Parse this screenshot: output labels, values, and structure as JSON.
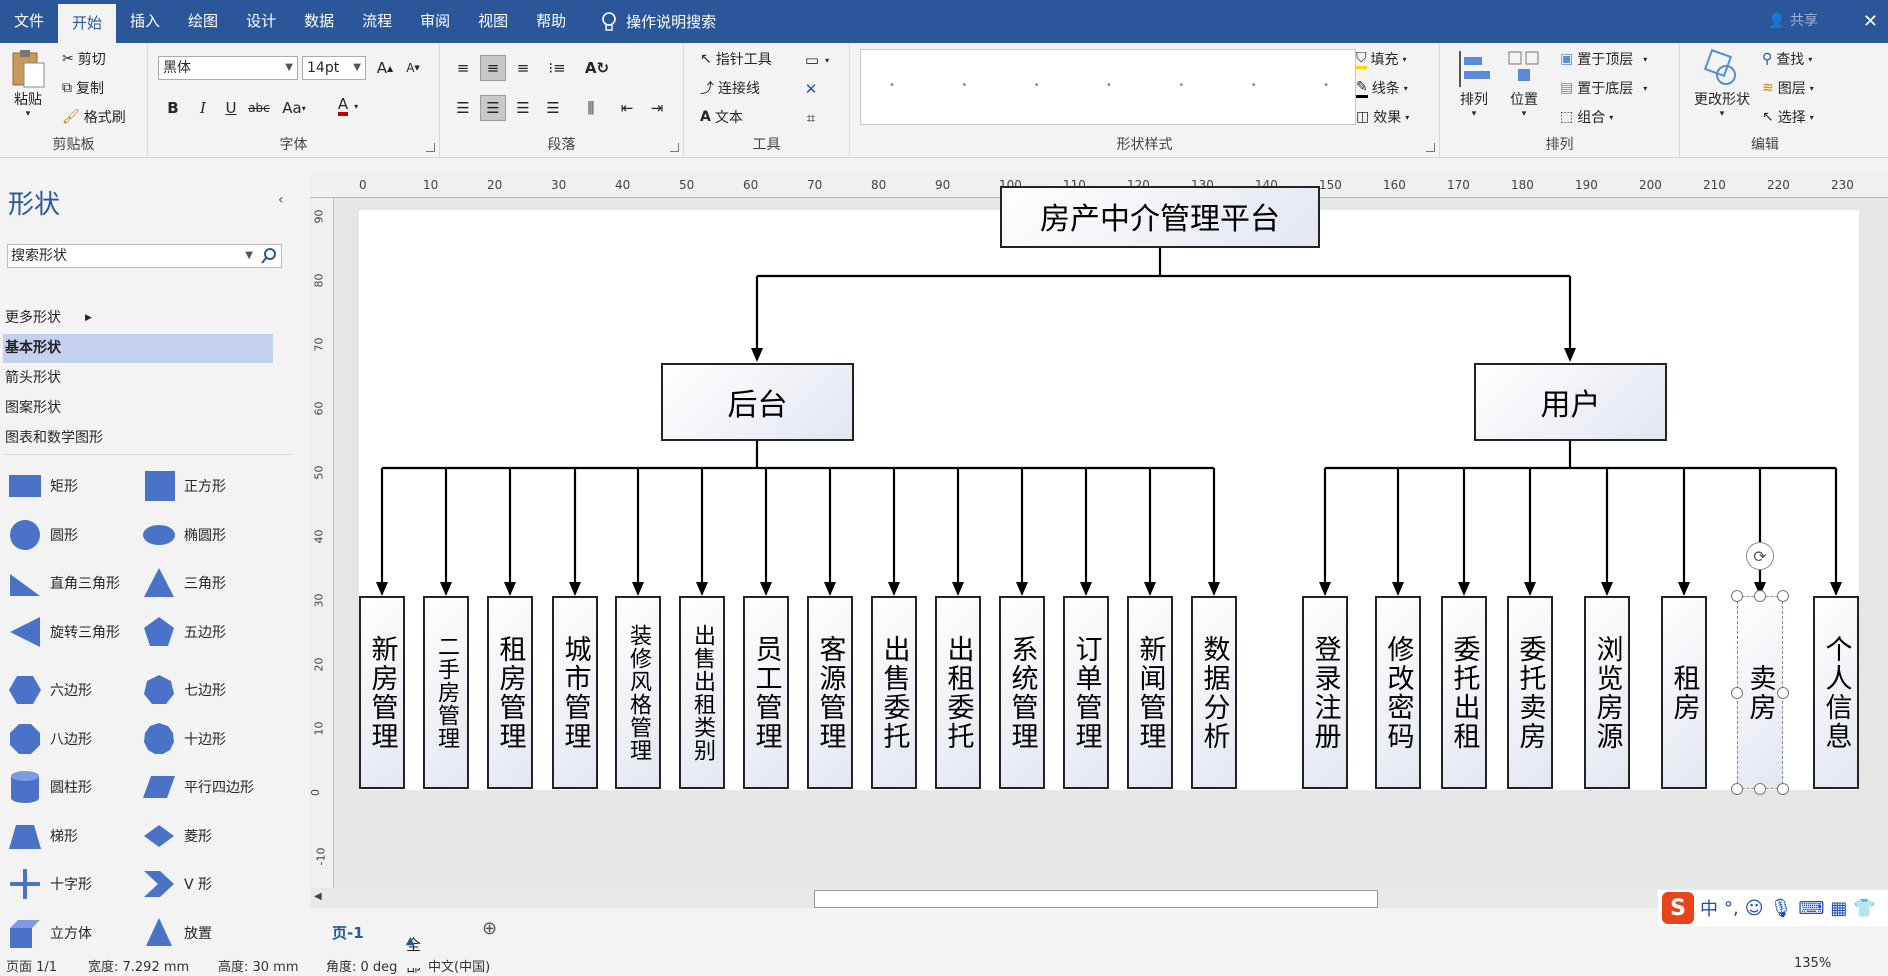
{
  "menu": {
    "tabs": [
      "文件",
      "开始",
      "插入",
      "绘图",
      "设计",
      "数据",
      "流程",
      "审阅",
      "视图",
      "帮助"
    ],
    "active_tab": "开始",
    "search_label": "操作说明搜索",
    "share_label": "共享"
  },
  "ribbon": {
    "clipboard": {
      "paste": "粘贴",
      "cut": "剪切",
      "copy": "复制",
      "format_painter": "格式刷",
      "label": "剪贴板"
    },
    "font": {
      "name": "黑体",
      "size": "14pt",
      "bold": "B",
      "italic": "I",
      "underline": "U",
      "strike": "abc",
      "case": "Aa",
      "color": "A",
      "grow": "A",
      "shrink": "A",
      "label": "字体"
    },
    "paragraph": {
      "label": "段落"
    },
    "tools": {
      "pointer": "指针工具",
      "connector": "连接线",
      "text": "文本",
      "label": "工具"
    },
    "shape_styles": {
      "label": "形状样式",
      "fill": "填充",
      "line": "线条",
      "effects": "效果"
    },
    "arrange": {
      "align": "排列",
      "position": "位置",
      "bring_front": "置于顶层",
      "send_back": "置于底层",
      "group": "组合",
      "label": "排列"
    },
    "editing": {
      "change_shape": "更改形状",
      "find": "查找",
      "layers": "图层",
      "select": "选择",
      "label": "编辑"
    }
  },
  "shapes_pane": {
    "title": "形状",
    "search_placeholder": "搜索形状",
    "stencils": [
      "更多形状",
      "基本形状",
      "箭头形状",
      "图案形状",
      "图表和数学图形"
    ],
    "selected_stencil": "基本形状",
    "shapes": [
      {
        "label": "矩形",
        "icon": "rectangle-icon"
      },
      {
        "label": "正方形",
        "icon": "square-icon"
      },
      {
        "label": "圆形",
        "icon": "circle-icon"
      },
      {
        "label": "椭圆形",
        "icon": "ellipse-icon"
      },
      {
        "label": "直角三角形",
        "icon": "right-triangle-icon"
      },
      {
        "label": "三角形",
        "icon": "triangle-icon"
      },
      {
        "label": "旋转三角形",
        "icon": "rotated-triangle-icon"
      },
      {
        "label": "五边形",
        "icon": "pentagon-icon"
      },
      {
        "label": "六边形",
        "icon": "hexagon-icon"
      },
      {
        "label": "七边形",
        "icon": "heptagon-icon"
      },
      {
        "label": "八边形",
        "icon": "octagon-icon"
      },
      {
        "label": "十边形",
        "icon": "decagon-icon"
      },
      {
        "label": "圆柱形",
        "icon": "cylinder-icon"
      },
      {
        "label": "平行四边形",
        "icon": "parallelogram-icon"
      },
      {
        "label": "梯形",
        "icon": "trapezoid-icon"
      },
      {
        "label": "菱形",
        "icon": "diamond-icon"
      },
      {
        "label": "十字形",
        "icon": "cross-icon"
      },
      {
        "label": "V 形",
        "icon": "chevron-icon"
      },
      {
        "label": "立方体",
        "icon": "cube-icon"
      },
      {
        "label": "放置",
        "icon": "cone-icon"
      }
    ]
  },
  "rulers": {
    "h": [
      "0",
      "10",
      "20",
      "30",
      "40",
      "50",
      "60",
      "70",
      "80",
      "90",
      "100",
      "110",
      "120",
      "130",
      "140",
      "150",
      "160",
      "170",
      "180",
      "190",
      "200",
      "210",
      "220",
      "230"
    ],
    "v": [
      "90",
      "80",
      "70",
      "60",
      "50",
      "40",
      "30",
      "20",
      "10",
      "0",
      "-10"
    ]
  },
  "diagram": {
    "root": "房产中介管理平台",
    "branches": [
      {
        "label": "后台",
        "children": [
          "新房管理",
          "二手房管理",
          "租房管理",
          "城市管理",
          "装修风格管理",
          "出售出租类别",
          "员工管理",
          "客源管理",
          "出售委托",
          "出租委托",
          "系统管理",
          "订单管理",
          "新闻管理",
          "数据分析"
        ]
      },
      {
        "label": "用户",
        "children": [
          "登录注册",
          "修改密码",
          "委托出租",
          "委托卖房",
          "浏览房源",
          "租房",
          "卖房",
          "个人信息"
        ]
      }
    ],
    "colors": {
      "line": "#000000",
      "border": "#222222"
    }
  },
  "page_tabs": {
    "page": "页-1",
    "all": "全部"
  },
  "status": {
    "page": "页面 1/1",
    "width": "宽度: 7.292 mm",
    "height": "高度: 30 mm",
    "angle": "角度: 0 deg",
    "language": "中文(中国)",
    "zoom": "135%"
  },
  "ime": {
    "mode": "中",
    "punct": "°,"
  }
}
